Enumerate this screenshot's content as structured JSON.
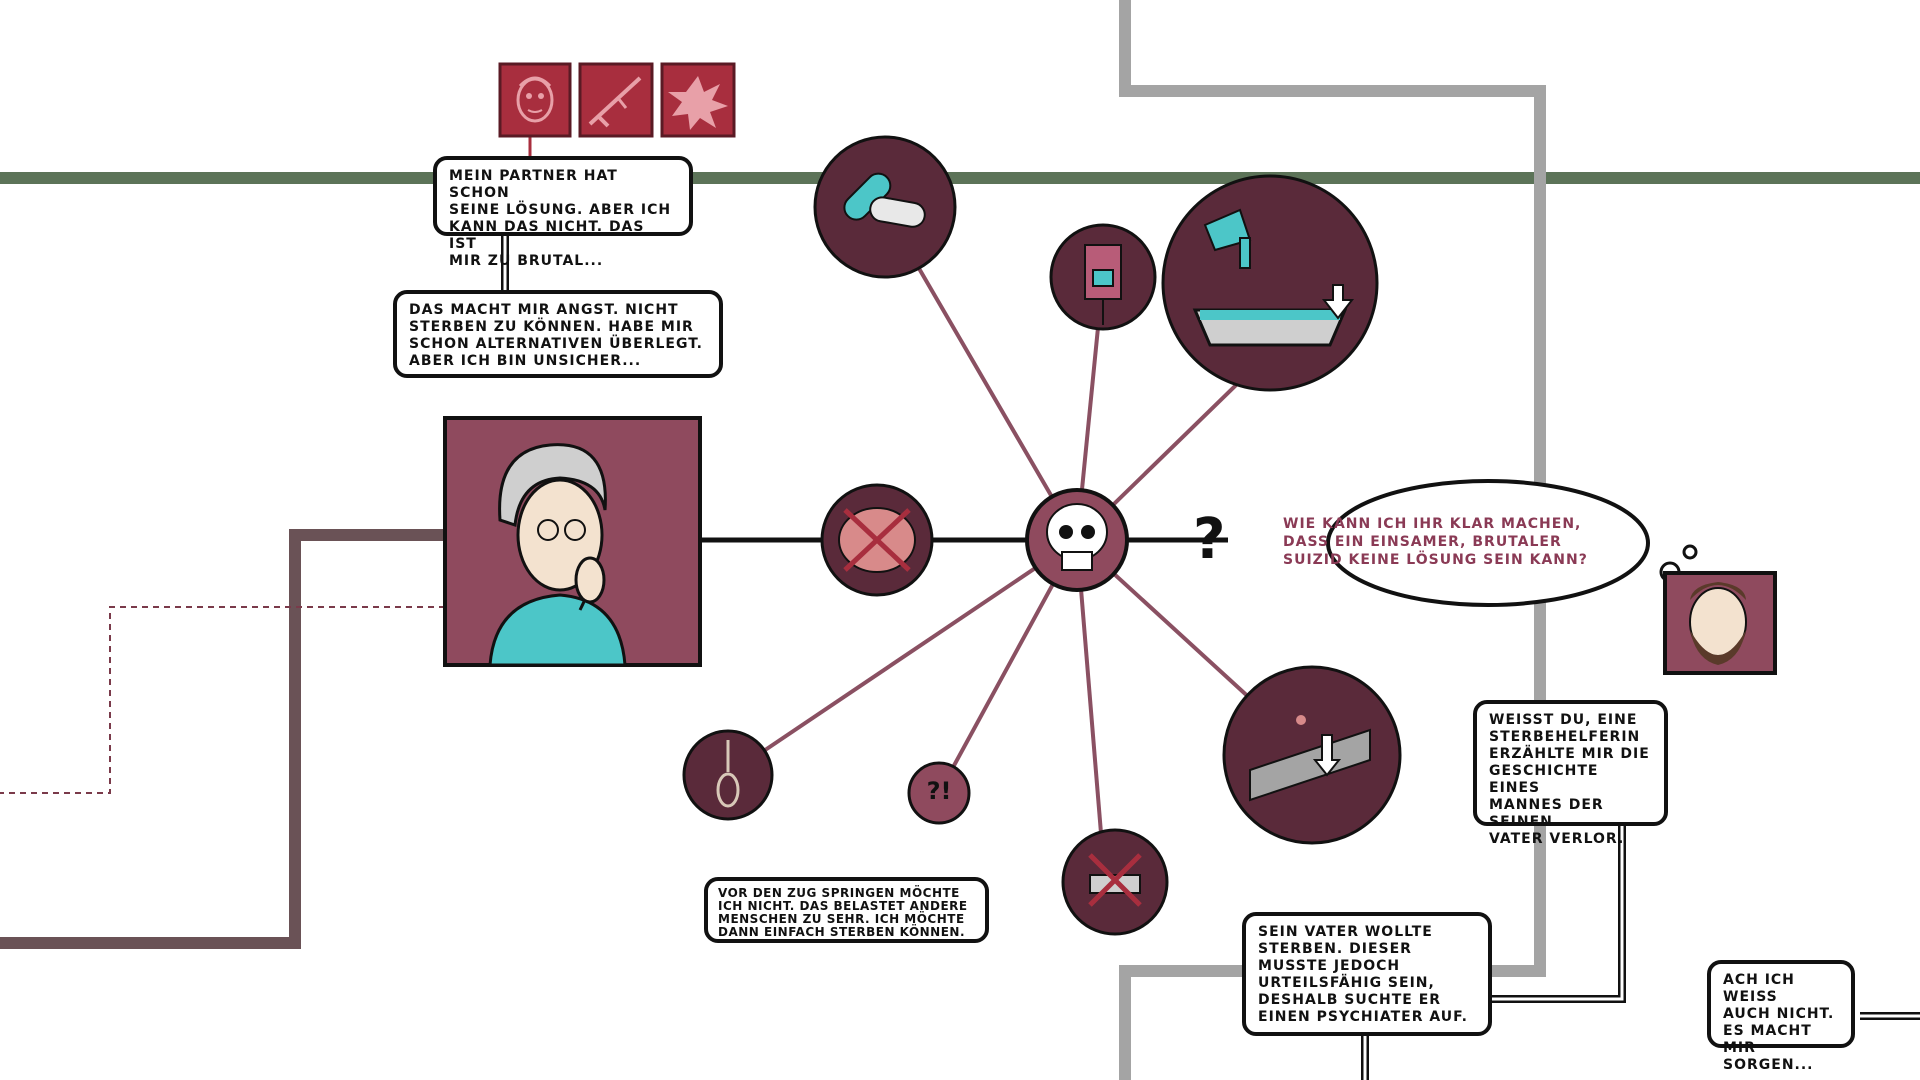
{
  "colors": {
    "plum": "#5a2a3a",
    "rose": "#8f4a5e",
    "edge": "#8a5062",
    "teal": "#4cc6c8",
    "green_line": "#5c7358",
    "gray_line": "#a4a4a4",
    "brown_line": "#6a5256",
    "red_box": "#a82e3e"
  },
  "icons": {
    "top_boxes": [
      "elderly-face-icon",
      "rifle-icon",
      "explosion-icon"
    ],
    "nodes": [
      "pills-icon",
      "infusion-device-icon",
      "hairdryer-bathtub-icon",
      "crossed-brain-icon",
      "skull-icon",
      "bridge-jump-icon",
      "noose-icon",
      "crossed-food-icon"
    ]
  },
  "bubbles": {
    "partner": "Mein Partner hat schon\nseine Lösung. Aber ich\nkann das nicht. Das ist\nmir zu brutal...",
    "fear": "Das macht mir Angst. Nicht\nsterben zu können. Habe mir\nschon Alternativen überlegt.\nAber ich bin unsicher...",
    "train": "Vor den Zug springen möchte\nich nicht. Das belastet andere\nMenschen zu sehr. Ich möchte\ndann einfach sterben können.",
    "thought": "Wie kann ich ihr klar machen,\ndass ein einsamer, brutaler\nSuizid keine Lösung sein kann?",
    "story": "Weisst du, eine\nSterbehelferin\nerzählte mir die\nGeschichte eines\nMannes der seinen\nVater verlor.",
    "father": "Sein Vater wollte\nsterben. Dieser\nmusste jedoch\nurteilsfähig sein,\ndeshalb suchte er\neinen Psychiater auf.",
    "worry": "Ach ich weiss\nauch nicht.\nEs macht mir\nSorgen..."
  },
  "marks": {
    "question": "?",
    "interrobang": "?!"
  }
}
